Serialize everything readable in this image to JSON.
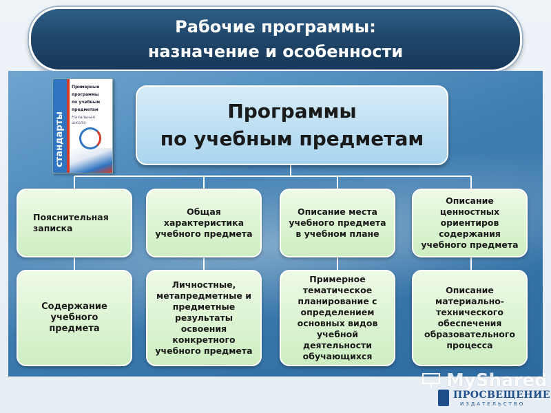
{
  "title": {
    "line1": "Рабочие программы:",
    "line2": "назначение и особенности"
  },
  "book": {
    "spine": "стандарты",
    "lines": [
      "Примерные",
      "программы",
      "по учебным",
      "предметам",
      "Начальная школа"
    ]
  },
  "main": {
    "line1": "Программы",
    "line2": "по учебным предметам"
  },
  "row1": [
    "Пояснительная записка",
    "Общая характеристика учебного предмета",
    "Описание места учебного предмета в учебном плане",
    "Описание ценностных ориентиров содержания учебного предмета"
  ],
  "row2": [
    "Содержание учебного предмета",
    "Личностные, метапредметные и предметные результаты освоения конкретного учебного предмета",
    "Примерное тематическое планирование с определением основных видов учебной деятельности обучающихся",
    "Описание материально-технического обеспечения образовательного процесса"
  ],
  "watermark": "MyShared",
  "publisher": {
    "name": "ПРОСВЕЩЕНИЕ",
    "sub": "ИЗДАТЕЛЬСТВО"
  },
  "colors": {
    "title_bg": "#1e4467",
    "panel_bg": "#3f7eb1",
    "main_box": "#a9d4ee",
    "sub_box": "#cdeec1"
  }
}
